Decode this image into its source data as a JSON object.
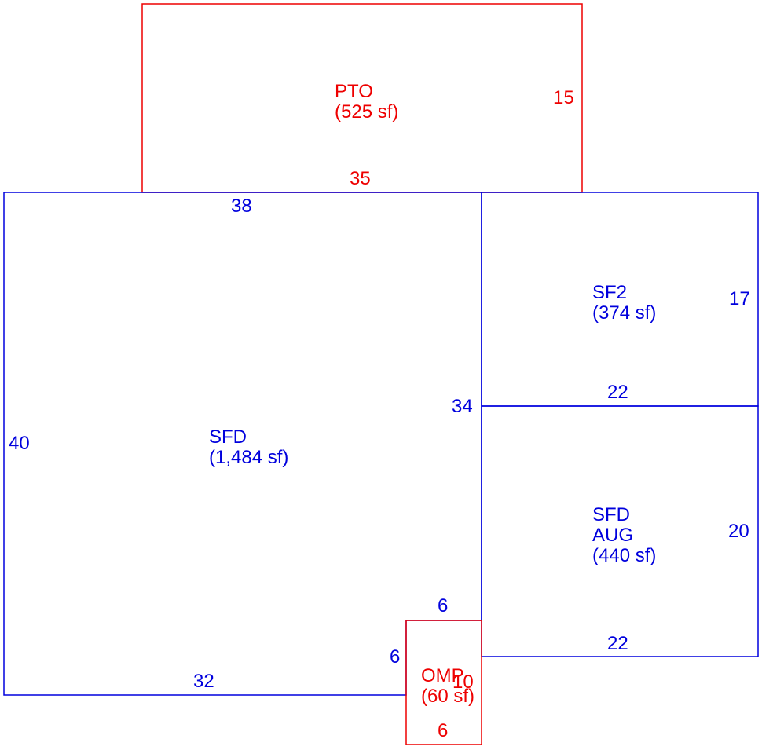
{
  "colors": {
    "living": "#0000dd",
    "non_living": "#ee0000",
    "background": "#ffffff"
  },
  "areas": [
    {
      "id": "pto",
      "name": "PTO",
      "area": "(525 sf)",
      "color": "non_living"
    },
    {
      "id": "sfd",
      "name": "SFD",
      "area": "(1,484 sf)",
      "color": "living"
    },
    {
      "id": "sf2",
      "name": "SF2",
      "area": "(374 sf)",
      "color": "living"
    },
    {
      "id": "sfd_aug",
      "name": "SFD",
      "name2": "AUG",
      "area": "(440 sf)",
      "color": "living"
    },
    {
      "id": "omp",
      "name": "OMP",
      "area": "(60 sf)",
      "color": "non_living"
    }
  ],
  "dimensions": {
    "pto_right": "15",
    "pto_bottom": "35",
    "sfd_top": "38",
    "sfd_left": "40",
    "sfd_bottom": "32",
    "sfd_right": "34",
    "sf2_right": "17",
    "sf2_bottom": "22",
    "aug_right": "20",
    "aug_bottom": "22",
    "notch_top": "6",
    "notch_left": "6",
    "omp_right": "10",
    "omp_bottom": "6"
  }
}
